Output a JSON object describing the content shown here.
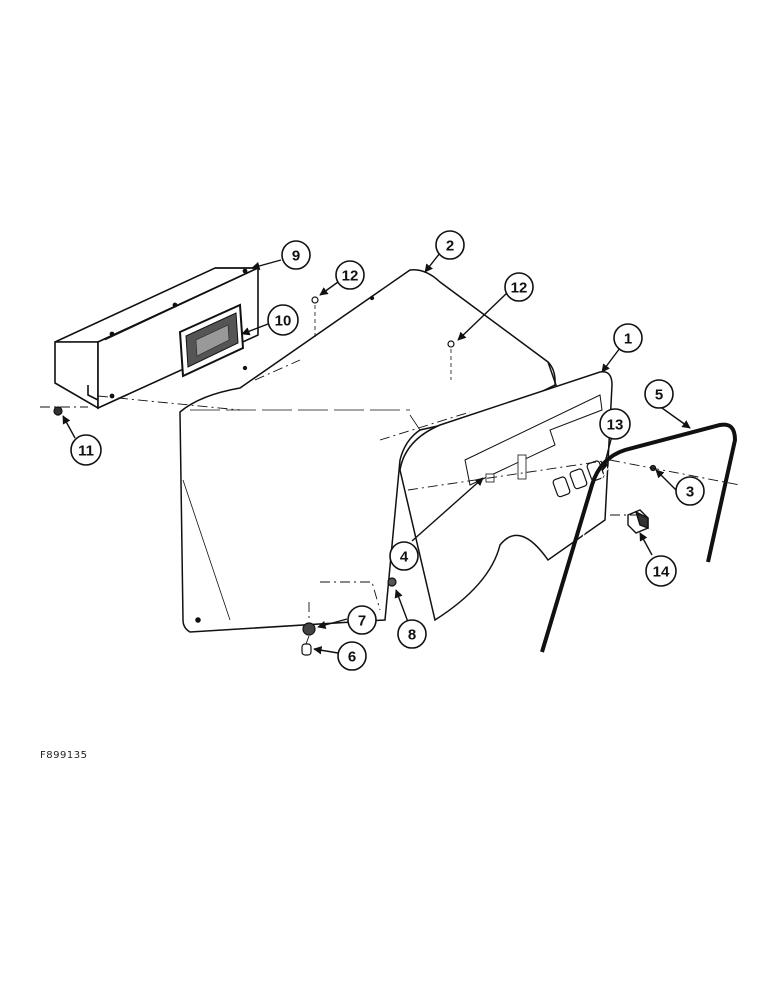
{
  "figure": {
    "code": "F899135",
    "callouts": [
      {
        "id": "callout-1",
        "label": "1"
      },
      {
        "id": "callout-2",
        "label": "2"
      },
      {
        "id": "callout-3",
        "label": "3"
      },
      {
        "id": "callout-4",
        "label": "4"
      },
      {
        "id": "callout-5",
        "label": "5"
      },
      {
        "id": "callout-6",
        "label": "6"
      },
      {
        "id": "callout-7",
        "label": "7"
      },
      {
        "id": "callout-8",
        "label": "8"
      },
      {
        "id": "callout-9",
        "label": "9"
      },
      {
        "id": "callout-10",
        "label": "10"
      },
      {
        "id": "callout-11",
        "label": "11"
      },
      {
        "id": "callout-12a",
        "label": "12"
      },
      {
        "id": "callout-12b",
        "label": "12"
      },
      {
        "id": "callout-13",
        "label": "13"
      },
      {
        "id": "callout-14",
        "label": "14"
      }
    ]
  }
}
